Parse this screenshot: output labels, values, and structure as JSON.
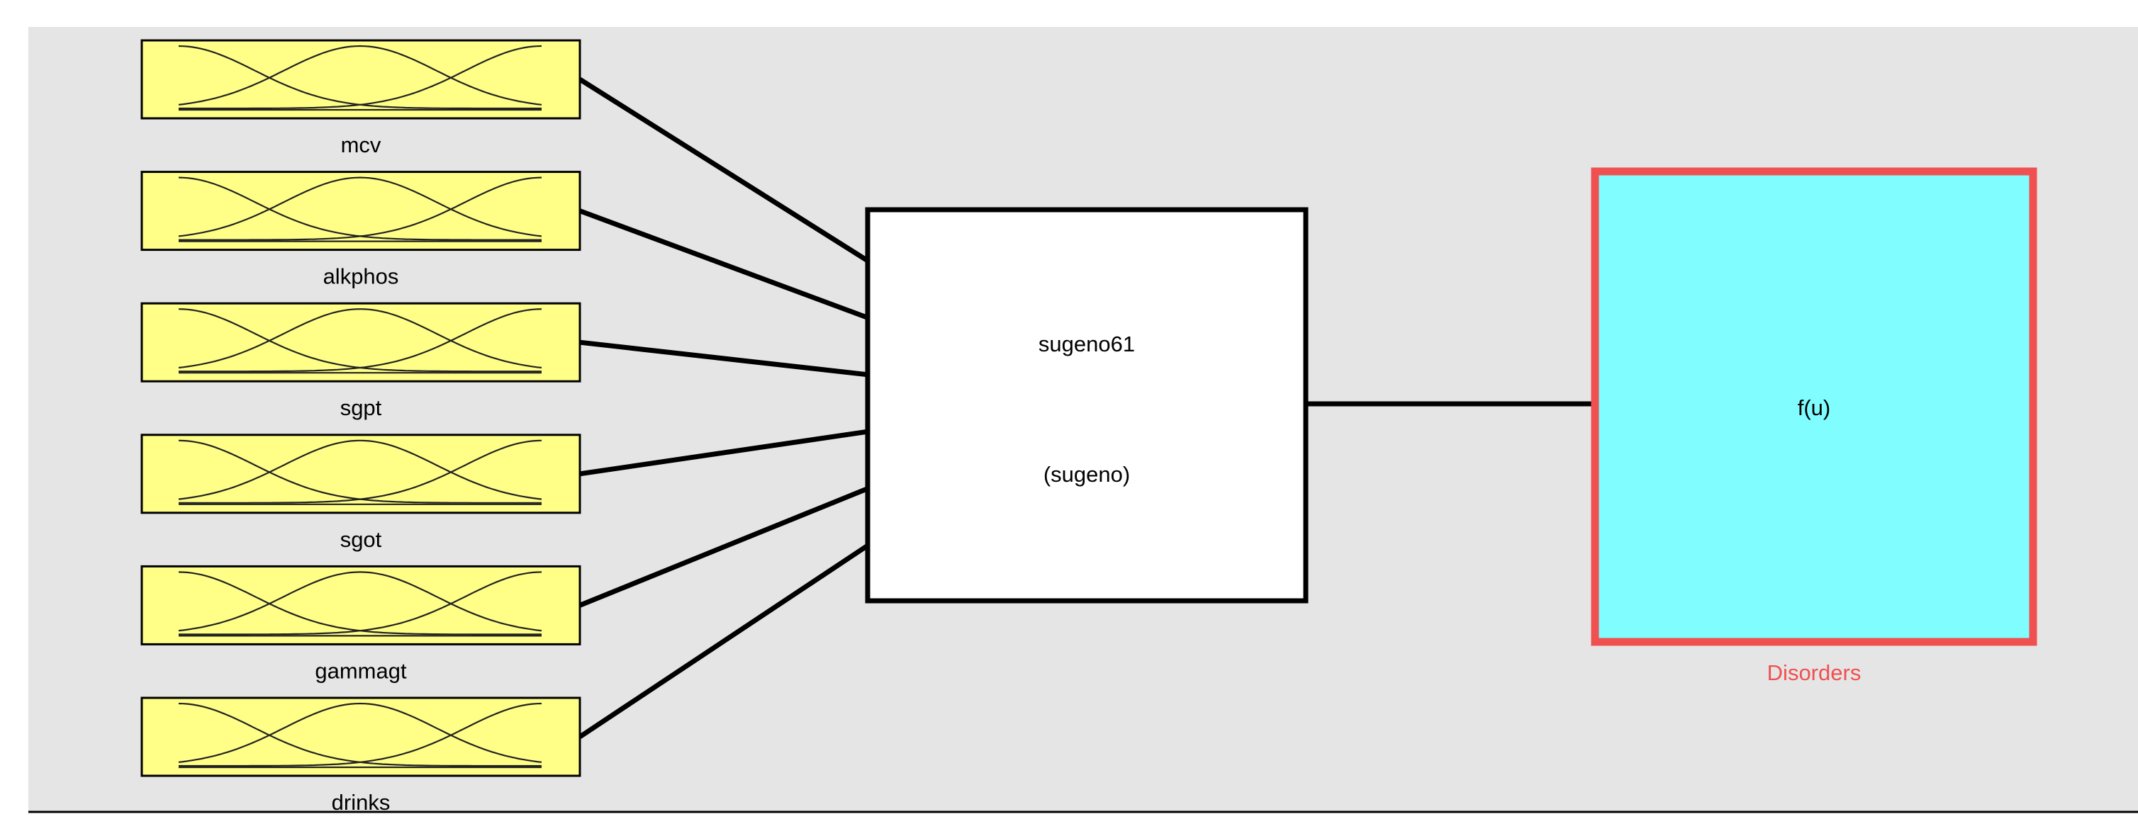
{
  "diagram": {
    "inputs": [
      {
        "name": "mcv"
      },
      {
        "name": "alkphos"
      },
      {
        "name": "sgpt"
      },
      {
        "name": "sgot"
      },
      {
        "name": "gammagt"
      },
      {
        "name": "drinks"
      }
    ],
    "system": {
      "name": "sugeno61",
      "type": "(sugeno)"
    },
    "output": {
      "function_label": "f(u)",
      "name": "Disorders"
    }
  },
  "colors": {
    "background_panel": "#e5e5e5",
    "input_fill": "#ffff88",
    "system_fill": "#ffffff",
    "output_fill": "#7ffdff",
    "output_border": "#f05050",
    "output_label": "#f05050",
    "stroke": "#000000"
  }
}
